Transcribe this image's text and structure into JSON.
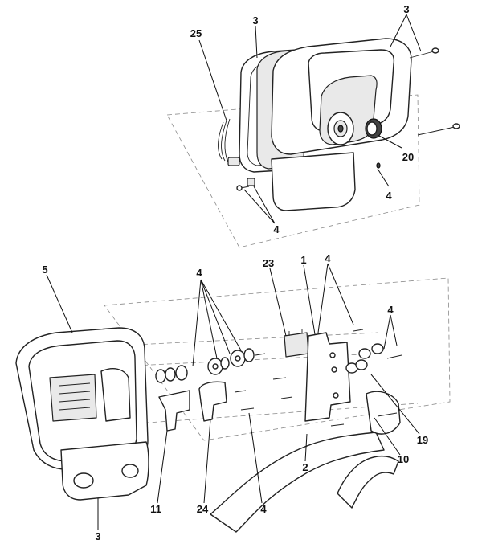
{
  "callouts": [
    {
      "id": "c25",
      "label": "25"
    },
    {
      "id": "c3a",
      "label": "3"
    },
    {
      "id": "c3b",
      "label": "3"
    },
    {
      "id": "c20",
      "label": "20"
    },
    {
      "id": "c4a",
      "label": "4"
    },
    {
      "id": "c4b",
      "label": "4"
    },
    {
      "id": "c5",
      "label": "5"
    },
    {
      "id": "c4c",
      "label": "4"
    },
    {
      "id": "c23",
      "label": "23"
    },
    {
      "id": "c1",
      "label": "1"
    },
    {
      "id": "c4d",
      "label": "4"
    },
    {
      "id": "c4e",
      "label": "4"
    },
    {
      "id": "c19",
      "label": "19"
    },
    {
      "id": "c2",
      "label": "2"
    },
    {
      "id": "c10",
      "label": "10"
    },
    {
      "id": "c11",
      "label": "11"
    },
    {
      "id": "c24",
      "label": "24"
    },
    {
      "id": "c4f",
      "label": "4"
    },
    {
      "id": "c3c",
      "label": "3"
    }
  ]
}
